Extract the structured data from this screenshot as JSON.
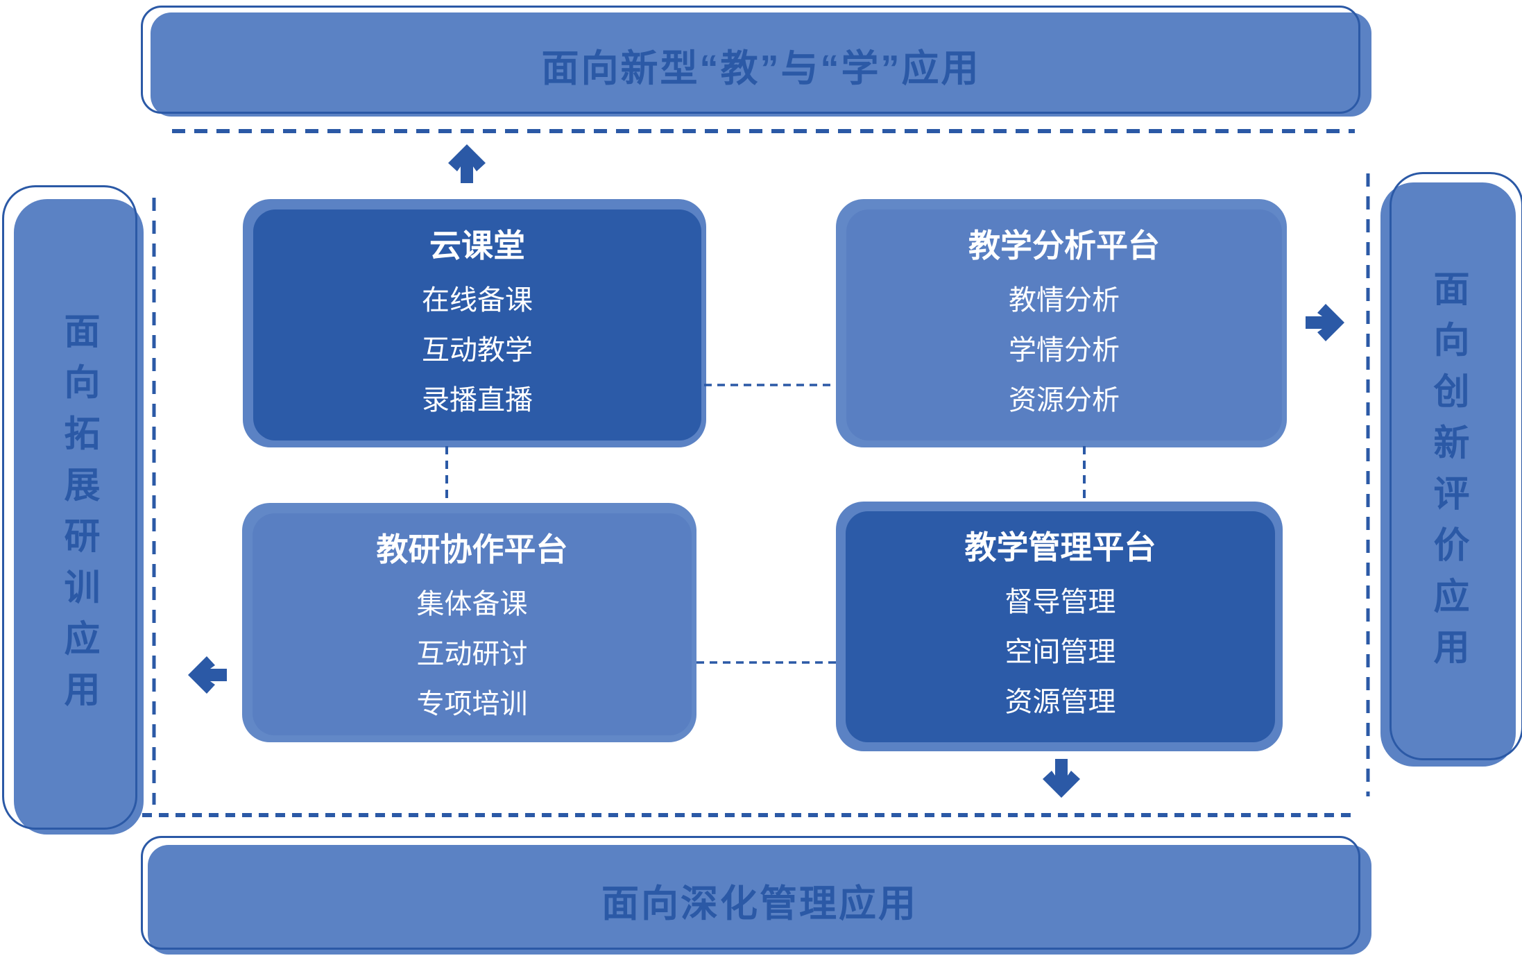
{
  "colors": {
    "fill_medium": "#5b82c4",
    "fill_dark": "#2c5ba8",
    "accent_line_text": "#2b59a6",
    "text_on_cards": "#ffffff",
    "background": "#ffffff"
  },
  "banners": {
    "top": {
      "label": "面向新型“教”与“学”应用"
    },
    "bottom": {
      "label": "面向深化管理应用"
    },
    "left": {
      "label": "面向拓展研训应用"
    },
    "right": {
      "label": "面向创新评价应用"
    }
  },
  "boxes": [
    {
      "id": "cloud-classroom",
      "title": "云课堂",
      "variant": "dark",
      "items": [
        "在线备课",
        "互动教学",
        "录播直播"
      ]
    },
    {
      "id": "teaching-analysis",
      "title": "教学分析平台",
      "variant": "light",
      "items": [
        "教情分析",
        "学情分析",
        "资源分析"
      ]
    },
    {
      "id": "research-collab",
      "title": "教研协作平台",
      "variant": "light",
      "items": [
        "集体备课",
        "互动研讨",
        "专项培训"
      ]
    },
    {
      "id": "teaching-management",
      "title": "教学管理平台",
      "variant": "dark",
      "items": [
        "督导管理",
        "空间管理",
        "资源管理"
      ]
    }
  ],
  "icons": {
    "up": "up-arrow-icon",
    "right": "right-arrow-icon",
    "left": "left-arrow-icon",
    "down": "down-arrow-icon"
  }
}
